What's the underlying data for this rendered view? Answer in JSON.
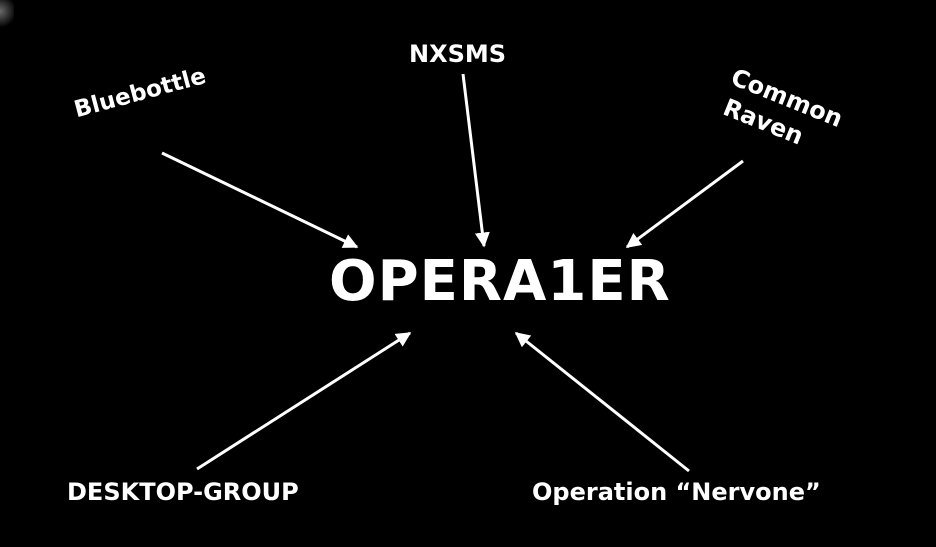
{
  "diagram": {
    "center": {
      "label": "OPERA1ER"
    },
    "nodes": {
      "top": {
        "label": "NXSMS"
      },
      "top_left": {
        "label": "Bluebottle"
      },
      "top_right": {
        "line1": "Common",
        "line2": "Raven"
      },
      "bottom_left": {
        "label": "DESKTOP-GROUP"
      },
      "bottom_right": {
        "label": "Operation “Nervone”"
      }
    },
    "colors": {
      "background": "#000000",
      "text": "#ffffff",
      "arrow": "#ffffff"
    }
  }
}
